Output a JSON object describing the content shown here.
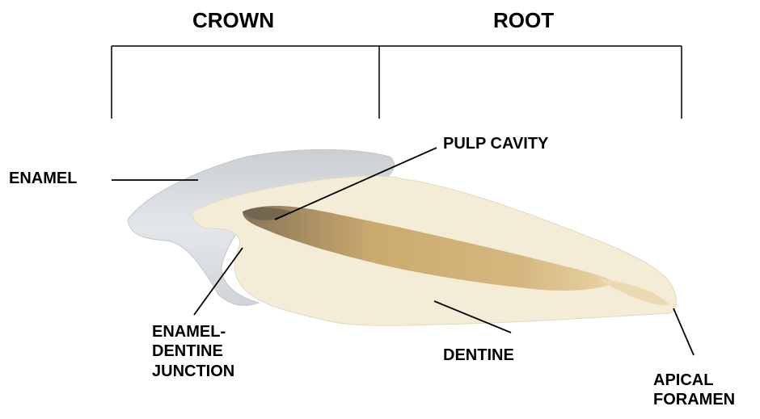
{
  "regions": {
    "crown": "CROWN",
    "root": "ROOT"
  },
  "labels": {
    "enamel": "ENAMEL",
    "pulp_cavity": "PULP CAVITY",
    "enamel_dentine_junction": [
      "ENAMEL-",
      "DENTINE",
      "JUNCTION"
    ],
    "dentine": "DENTINE",
    "apical_foramen": [
      "APICAL",
      "FORAMEN"
    ]
  },
  "colors": {
    "enamel": "#dfe3e6",
    "dentine": "#f3ecd6",
    "pulp": "#c9a66b",
    "line": "#000000"
  }
}
